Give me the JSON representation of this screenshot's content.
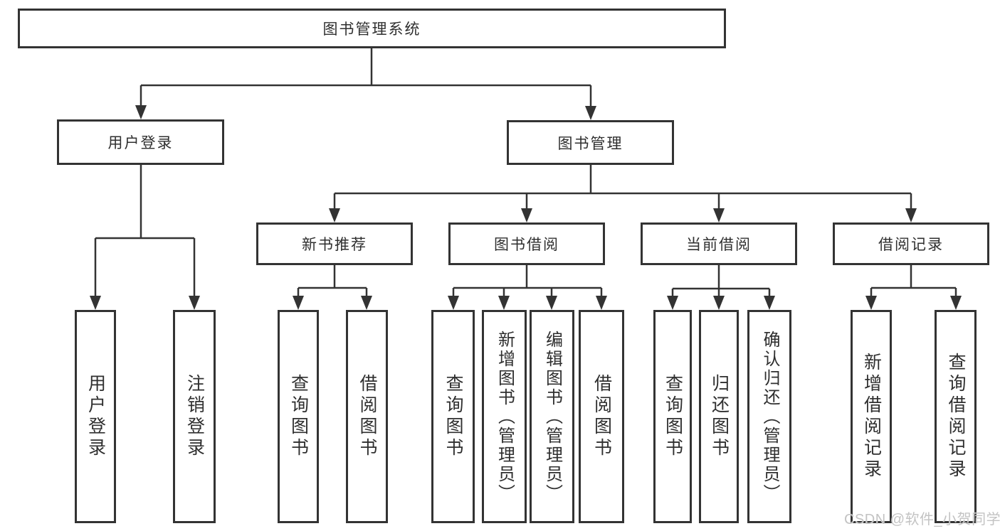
{
  "tree": {
    "label": "图书管理系统",
    "children": [
      {
        "label": "用户登录",
        "children": [
          {
            "label": "用户登录"
          },
          {
            "label": "注销登录"
          }
        ]
      },
      {
        "label": "图书管理",
        "children": [
          {
            "label": "新书推荐",
            "children": [
              {
                "label": "查询图书"
              },
              {
                "label": "借阅图书"
              }
            ]
          },
          {
            "label": "图书借阅",
            "children": [
              {
                "label": "查询图书"
              },
              {
                "label": "新增图书（管理员）"
              },
              {
                "label": "编辑图书（管理员）"
              },
              {
                "label": "借阅图书"
              }
            ]
          },
          {
            "label": "当前借阅",
            "children": [
              {
                "label": "查询图书"
              },
              {
                "label": "归还图书"
              },
              {
                "label": "确认归还（管理员）"
              }
            ]
          },
          {
            "label": "借阅记录",
            "children": [
              {
                "label": "新增借阅记录"
              },
              {
                "label": "查询借阅记录"
              }
            ]
          }
        ]
      }
    ]
  },
  "watermark": "CSDN @软件_小贺同学",
  "colors": {
    "line": "#333333",
    "box_border": "#333333",
    "text": "#2f2f2f",
    "background": "#ffffff",
    "watermark": "#c3c3c3"
  }
}
